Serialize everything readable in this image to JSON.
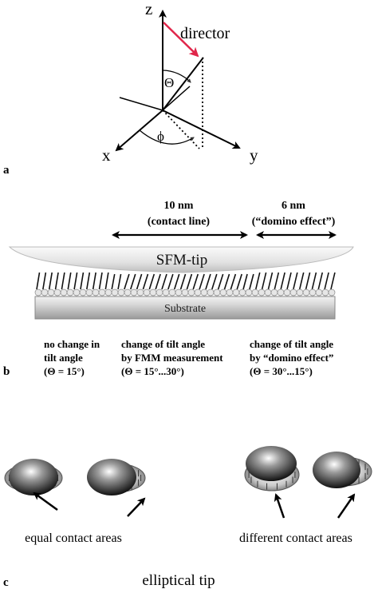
{
  "panel_a": {
    "label": "a",
    "axis_z": "z",
    "axis_x": "x",
    "axis_y": "y",
    "director_label": "director",
    "theta_symbol": "Θ",
    "phi_symbol": "ϕ",
    "director_color": "#e0264a"
  },
  "panel_b": {
    "label": "b",
    "dim_left_value": "10 nm",
    "dim_left_caption": "(contact line)",
    "dim_right_value": "6 nm",
    "dim_right_caption": "(“domino effect”)",
    "tip_label": "SFM-tip",
    "substrate_label": "Substrate",
    "notes": [
      {
        "line1": "no change in",
        "line2": "tilt angle",
        "line3": "(Θ = 15°)"
      },
      {
        "line1": "change of tilt angle",
        "line2": "by FMM measurement",
        "line3": "(Θ = 15°...30°)"
      },
      {
        "line1": "change of tilt angle",
        "line2": "by “domino effect”",
        "line3": "(Θ = 30°...15°)"
      }
    ]
  },
  "panel_c": {
    "label": "c",
    "left_caption": "equal contact areas",
    "right_caption": "different contact areas",
    "bottom_caption": "elliptical tip"
  }
}
